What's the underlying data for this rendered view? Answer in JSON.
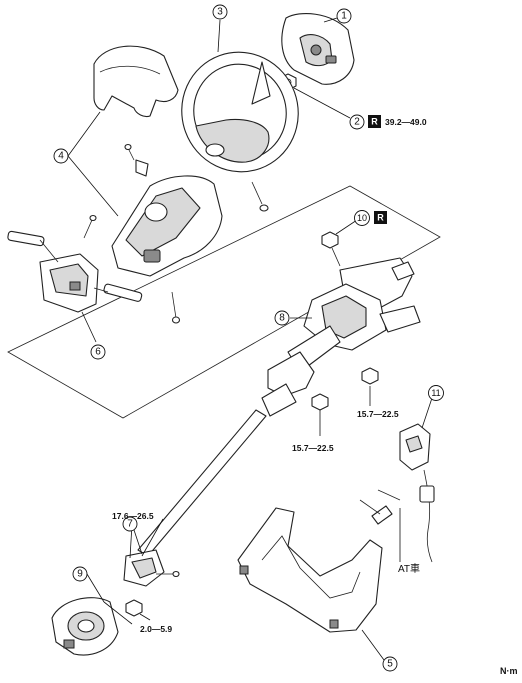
{
  "callouts": [
    {
      "id": "1",
      "label": "1"
    },
    {
      "id": "2",
      "label": "2"
    },
    {
      "id": "3",
      "label": "3"
    },
    {
      "id": "4",
      "label": "4"
    },
    {
      "id": "5",
      "label": "5"
    },
    {
      "id": "6",
      "label": "6"
    },
    {
      "id": "7",
      "label": "7"
    },
    {
      "id": "8",
      "label": "8"
    },
    {
      "id": "9",
      "label": "9"
    },
    {
      "id": "10",
      "label": "10"
    },
    {
      "id": "11",
      "label": "11"
    }
  ],
  "torques": {
    "t2": "39.2—49.0",
    "t8a": "15.7—22.5",
    "t8b": "15.7—22.5",
    "t7": "17.6—26.5",
    "t9": "2.0—5.9"
  },
  "replace_badge": "R",
  "at_label": "AT車",
  "unit_label": "N·m"
}
